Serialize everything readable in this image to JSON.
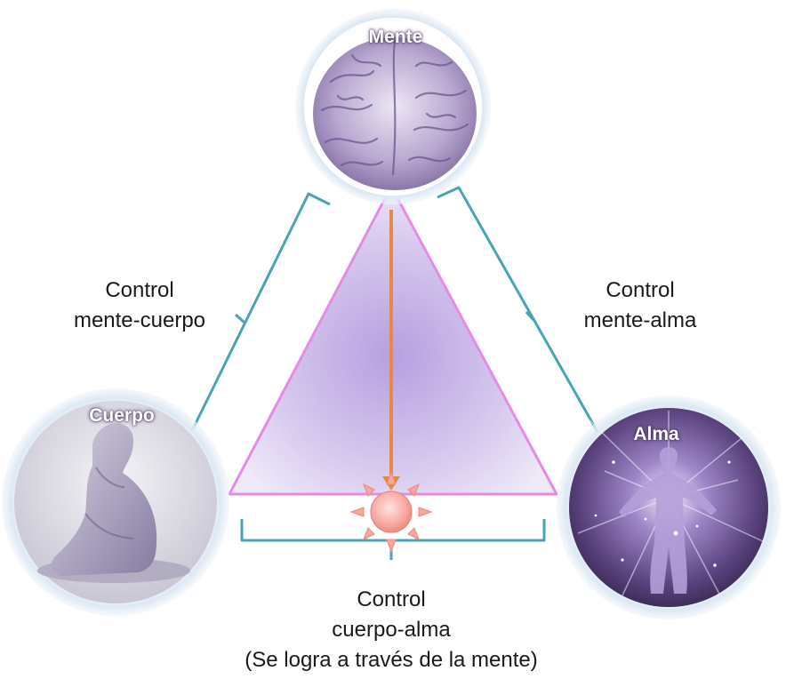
{
  "nodes": {
    "mind": {
      "title": "Mente",
      "icon": "brain-icon"
    },
    "body": {
      "title": "Cuerpo",
      "icon": "seated-person-icon"
    },
    "soul": {
      "title": "Alma",
      "icon": "radiant-figure-icon"
    }
  },
  "connections": {
    "mind_body": {
      "line1": "Control",
      "line2": "mente-cuerpo"
    },
    "mind_soul": {
      "line1": "Control",
      "line2": "mente-alma"
    },
    "body_soul": {
      "line1": "Control",
      "line2": "cuerpo-alma",
      "line3": "(Se logra a través de la mente)"
    }
  },
  "center_icon": "sun-icon",
  "colors": {
    "bracket": "#4aa3b5",
    "triangle_edge": "#e58be6",
    "triangle_fill": "#c9b5e6",
    "arrow": "#e38a45",
    "sun": "#f6a8a0",
    "halo": "#dbe8f2",
    "purple": "#6b4f95"
  }
}
